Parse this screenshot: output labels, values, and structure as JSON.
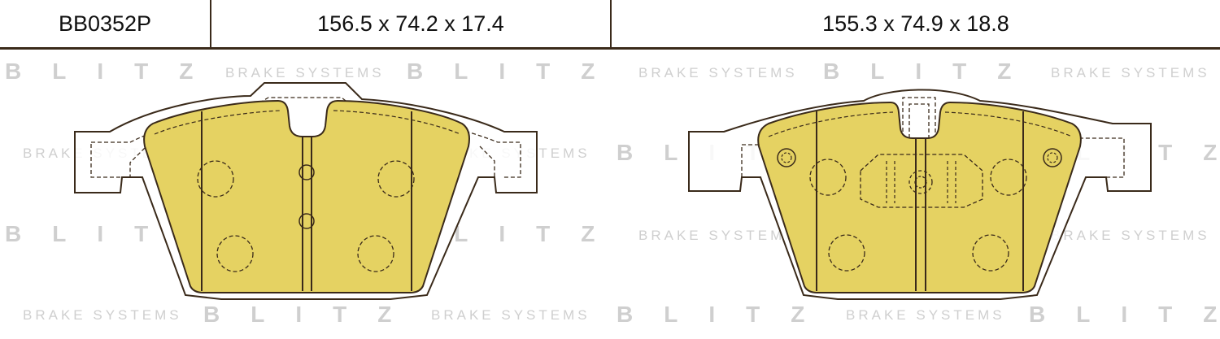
{
  "header": {
    "part_number": "BB0352P",
    "dimensions_left": "156.5 x 74.2 x 17.4",
    "dimensions_right": "155.3 x 74.9 x 18.8"
  },
  "watermark": {
    "logo": "BLITZ",
    "tagline": "BRAKE SYSTEMS"
  },
  "colors": {
    "pad_fill": "#e5d262",
    "outline": "#3a2a1a",
    "backing": "#ffffff",
    "watermark": "#cfcfcf"
  }
}
